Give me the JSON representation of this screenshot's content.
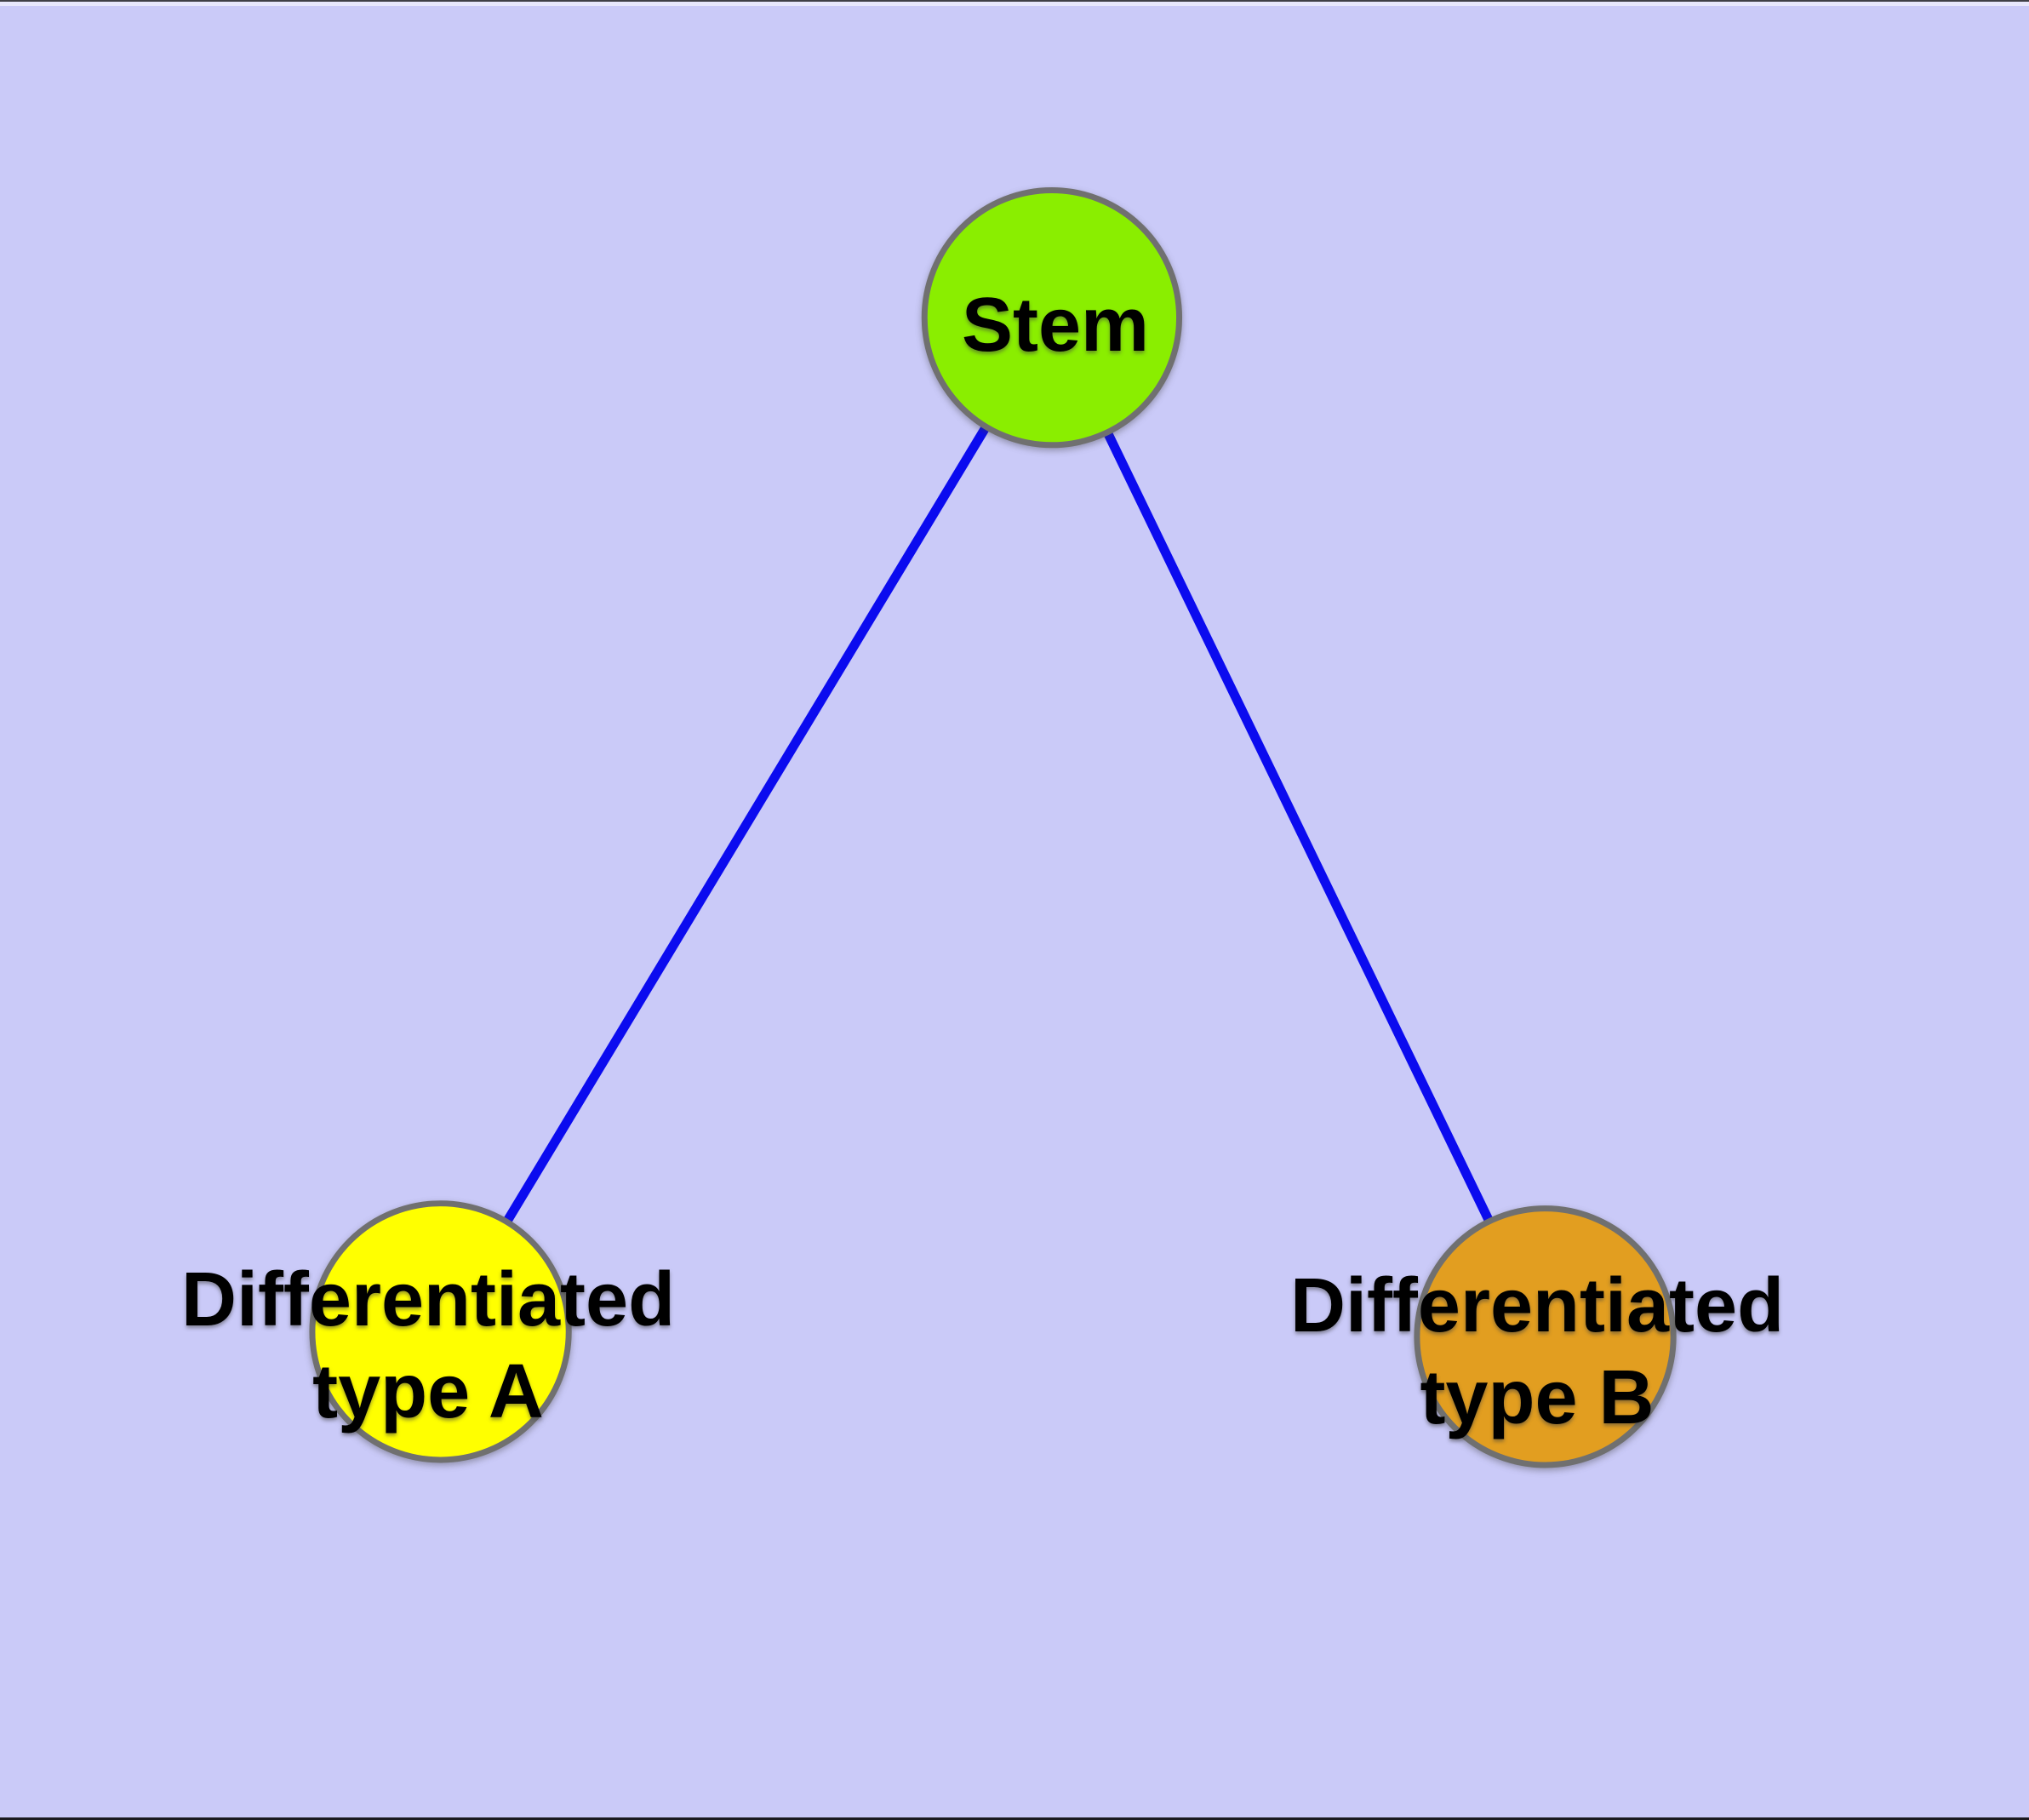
{
  "diagram": {
    "background_color": "#CACAF8",
    "node_border_color": "#707070",
    "edge_color": "#0B0BEF",
    "label_color": "#000000",
    "nodes": [
      {
        "id": "stem",
        "label": "Stem",
        "color": "#8AEE00"
      },
      {
        "id": "type_a",
        "label": "Differentiated\ntype A",
        "color": "#FFFF00"
      },
      {
        "id": "type_b",
        "label": "Differentiated\ntype B",
        "color": "#E29E20"
      }
    ],
    "edges": [
      {
        "from": "stem",
        "to": "type_a"
      },
      {
        "from": "stem",
        "to": "type_b"
      }
    ]
  }
}
